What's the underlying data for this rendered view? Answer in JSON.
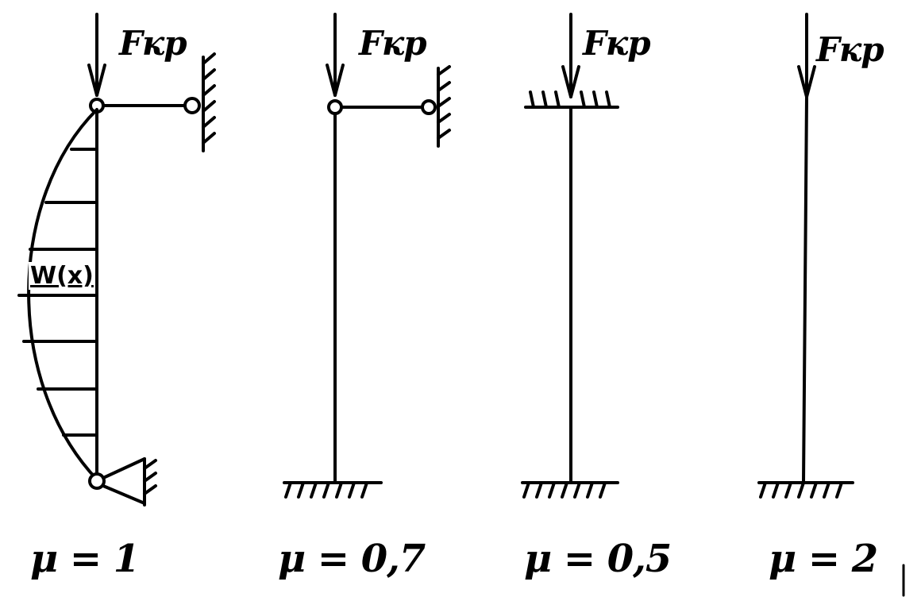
{
  "columns": [
    {
      "force_label": "Fкр",
      "coefficient_label": "μ = 1",
      "deflection_label": "W(x)"
    },
    {
      "force_label": "Fкр",
      "coefficient_label": "μ = 0,7"
    },
    {
      "force_label": "Fкр",
      "coefficient_label": "μ = 0,5"
    },
    {
      "force_label": "Fкр",
      "coefficient_label": "μ = 2"
    }
  ]
}
